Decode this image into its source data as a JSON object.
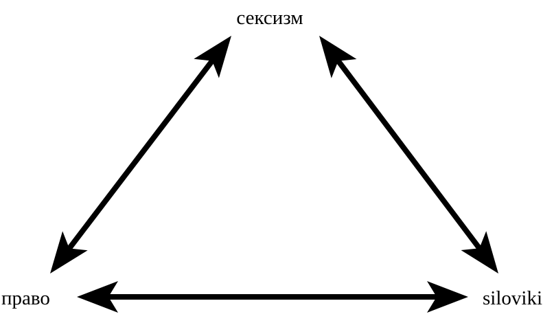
{
  "nodes": {
    "top": "сексизм",
    "left": "право",
    "right": "siloviki"
  },
  "colors": {
    "arrow": "#000000",
    "text": "#000000",
    "background": "#ffffff"
  }
}
